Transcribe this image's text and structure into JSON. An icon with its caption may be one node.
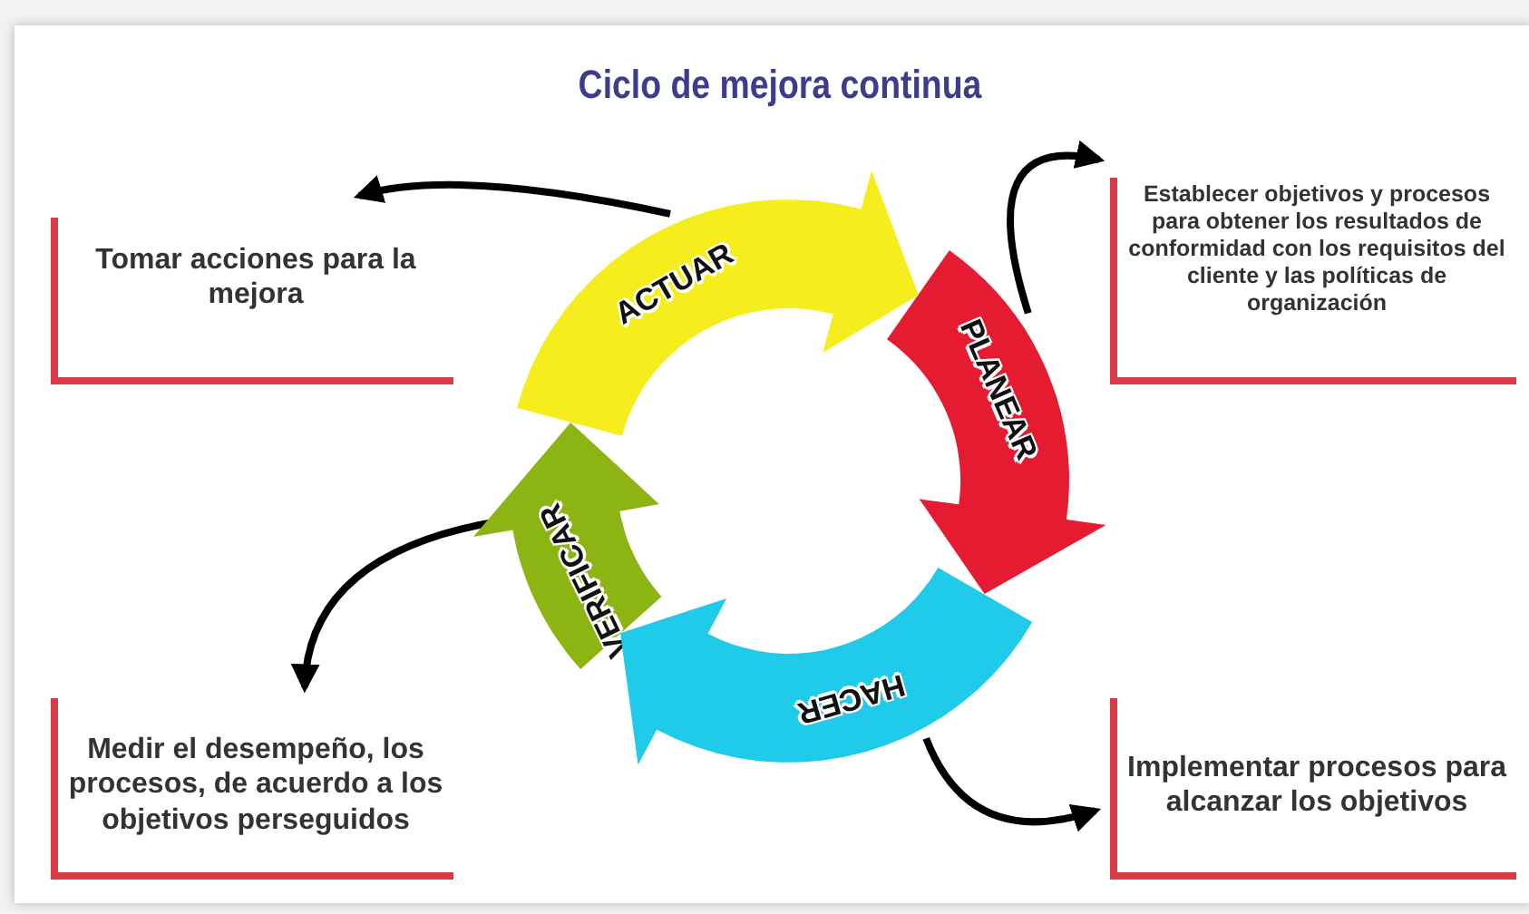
{
  "diagram": {
    "title": "Ciclo de mejora continua",
    "nodes": [
      {
        "text": [
          "ACTUAR"
        ]
      },
      {
        "text": [
          "PLANEAR"
        ]
      },
      {
        "text": [
          "HACER"
        ]
      },
      {
        "text": [
          "VERIFICAR"
        ]
      },
      {
        "text": [
          "Tomar acciones para la mejora"
        ]
      },
      {
        "text": [
          "Establecer objetivos y procesos para obtener los resultados de conformidad con los requisitos del cliente y las políticas de organización"
        ]
      },
      {
        "text": [
          "Implementar procesos para alcanzar los objetivos"
        ]
      },
      {
        "text": [
          "Medir el desempeño, los procesos, de acuerdo a los objetivos perseguidos"
        ]
      }
    ],
    "edges": [
      {
        "from": 0,
        "to": 4,
        "arrow": "to"
      },
      {
        "from": 1,
        "to": 5,
        "arrow": "to"
      },
      {
        "from": 2,
        "to": 6,
        "arrow": "to"
      },
      {
        "from": 3,
        "to": 7,
        "arrow": "to"
      }
    ]
  }
}
